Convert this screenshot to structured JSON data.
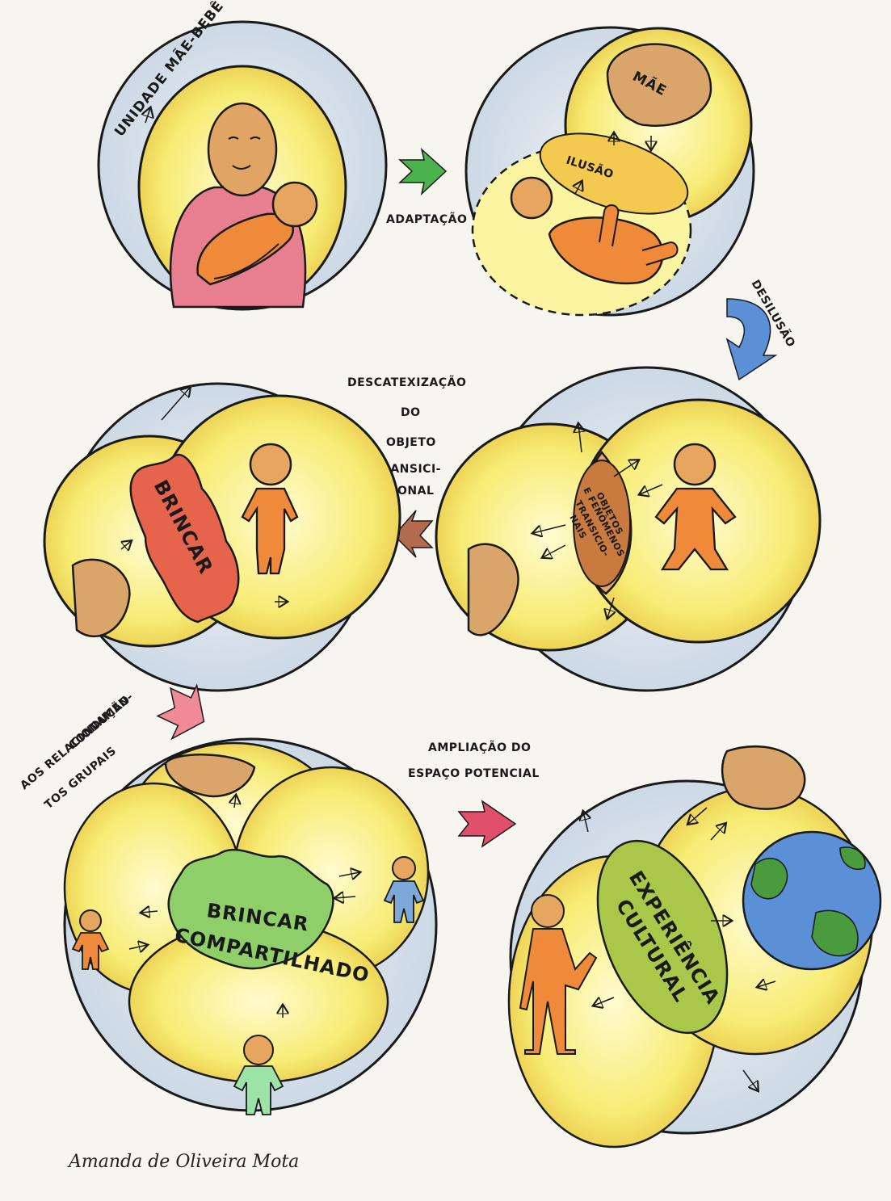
{
  "labels": {
    "unidade": "UNIDADE MÃE-BEBÊ",
    "mae": "MÃE",
    "ilusao": "ILUSÃO",
    "adaptacao": "ADAPTAÇÃO",
    "desilusao": "DESILUSÃO",
    "descatex_1": "DESCATEXIZAÇÃO",
    "descatex_2": "DO",
    "descatex_3": "OBJETO",
    "descatex_4": "TRANSICI-",
    "descatex_5": "ONAL",
    "objetos_1": "OBJETOS",
    "objetos_2": "E FENÔMENOS",
    "objetos_3": "TRANSICIO-",
    "objetos_4": "NAIS",
    "brincar": "BRINCAR",
    "conducao_1": "CONDUÇÃO",
    "conducao_2": "AOS RELACIONAMEN-",
    "conducao_3": "TOS GRUPAIS",
    "ampliacao_1": "AMPLIAÇÃO DO",
    "ampliacao_2": "ESPAÇO POTENCIAL",
    "brincar_comp_1": "BRINCAR",
    "brincar_comp_2": "COMPARTILHADO",
    "experiencia_1": "EXPERIÊNCIA",
    "experiencia_2": "CULTURAL",
    "signature": "Amanda de Oliveira Mota"
  },
  "colors": {
    "yellow": "#f6ea6a",
    "pale_yellow": "#fbf5a8",
    "blue_grey": "#d3dde8",
    "skin": "#e2a866",
    "pink": "#e47c8e",
    "orange": "#ec8a3c",
    "red_blob": "#e86a4e",
    "green_blob": "#8fcf6a",
    "green_arrow": "#4bb34b",
    "blue_arrow": "#5b8fd6",
    "brown_arrow": "#b46a4e",
    "pink_arrow": "#ef8a96",
    "magenta_arrow": "#e0506a",
    "earth_blue": "#5b8fd6",
    "earth_green": "#4a9a3e",
    "ink": "#1a1a1a"
  }
}
